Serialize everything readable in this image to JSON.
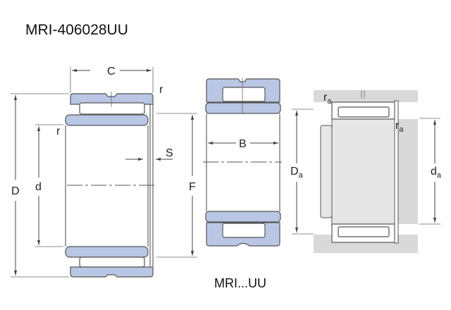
{
  "title": "MRI-406028UU",
  "caption": "MRI...UU",
  "labels": {
    "C": "C",
    "r": "r",
    "D": "D",
    "d": "d",
    "S": "S",
    "F": "F",
    "B": "B",
    "Da_main": "D",
    "Da_sub": "a",
    "da_main": "d",
    "da_sub": "a",
    "ra_main": "r",
    "ra_sub": "a"
  },
  "colors": {
    "ring": "#b9c6e4",
    "housing": "#d9d9d9",
    "outline": "#555555"
  }
}
